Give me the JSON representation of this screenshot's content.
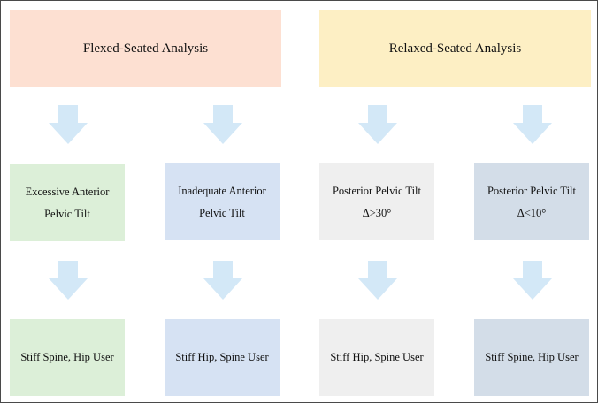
{
  "colors": {
    "header_flexed": "#fde0d2",
    "header_relaxed": "#fdefc4",
    "green": "#dcefd8",
    "blue": "#d6e2f3",
    "gray": "#efefef",
    "slate": "#d3dde8",
    "arrow": "#d3e8f7"
  },
  "headers": {
    "flexed": "Flexed-Seated Analysis",
    "relaxed": "Relaxed-Seated Analysis"
  },
  "tilt": [
    {
      "line1": "Excessive Anterior",
      "line2": "Pelvic Tilt"
    },
    {
      "line1": "Inadequate Anterior",
      "line2": "Pelvic Tilt"
    },
    {
      "line1": "Posterior Pelvic Tilt",
      "line2": "Δ>30°"
    },
    {
      "line1": "Posterior Pelvic Tilt",
      "line2": "Δ<10°"
    }
  ],
  "outcomes": [
    "Stiff Spine, Hip User",
    "Stiff Hip, Spine User",
    "Stiff Hip, Spine User",
    "Stiff Spine, Hip User"
  ]
}
